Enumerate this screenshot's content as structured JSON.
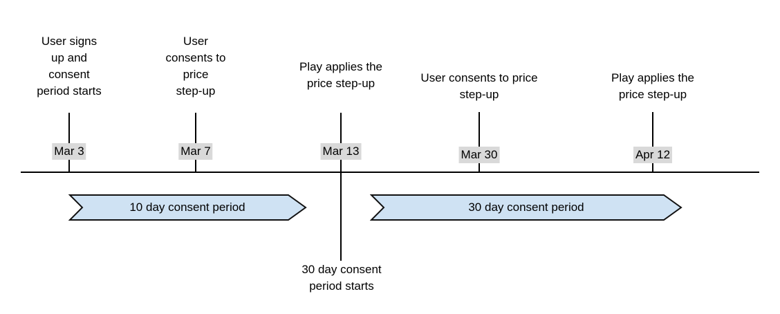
{
  "timeline": {
    "events": [
      {
        "label": "User signs\nup and\nconsent\nperiod starts",
        "date": "Mar 3"
      },
      {
        "label": "User\nconsents to\nprice\nstep-up",
        "date": "Mar 7"
      },
      {
        "label": "Play applies the\nprice step-up",
        "date": "Mar 13"
      },
      {
        "label": "User consents to price\nstep-up",
        "date": "Mar 30"
      },
      {
        "label": "Play applies the\nprice step-up",
        "date": "Apr 12"
      }
    ],
    "periods": [
      {
        "label": "10 day consent period"
      },
      {
        "label": "30 day consent period"
      }
    ],
    "annotation": "30 day consent\nperiod starts",
    "colors": {
      "period_fill": "#cfe2f3",
      "period_border": "#111111",
      "date_background": "#d9d9d9",
      "line": "#000000"
    }
  }
}
